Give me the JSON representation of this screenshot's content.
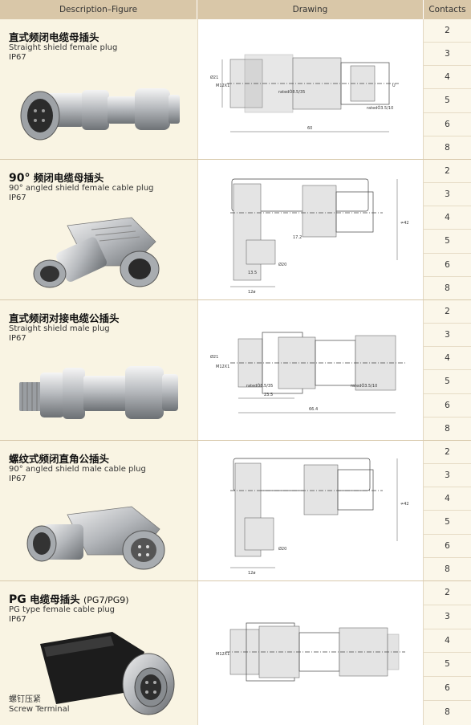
{
  "header": {
    "col1": "Description–Figure",
    "col2": "Drawing",
    "col3": "Contacts"
  },
  "contacts": [
    "2",
    "3",
    "4",
    "5",
    "6",
    "8"
  ],
  "rows": [
    {
      "cn": "直式频闭电缆母插头",
      "en": "Straight shield female plug",
      "ip": "IP67",
      "dims": [
        "M12X1",
        "Ø21",
        "Ù",
        "60",
        "Ù",
        "ratedÒ8.5/35",
        "ratedÒ3.5/10"
      ]
    },
    {
      "cn": "频闭电缆母插头",
      "lead": "90°",
      "en": "90°   angled shield female cable plug",
      "ip": "IP67",
      "dims": [
        "≄42",
        "17.2",
        "13.5",
        "Ø20",
        "12ø"
      ]
    },
    {
      "cn": "直式频闭对接电缆公插头",
      "en": "Straight shield male plug",
      "ip": "IP67",
      "dims": [
        "M12X1",
        "Ø21",
        "66.4",
        "23.5",
        "ratedÒ8.5/35",
        "ratedÒ3.5/10"
      ]
    },
    {
      "cn": "螺纹式频闭直角公插头",
      "en": "90°   angled shield male cable plug",
      "ip": "IP67",
      "dims": [
        "≄42",
        "Ø20",
        "12ø"
      ]
    },
    {
      "cn": "电缆母插头",
      "lead": "PG",
      "paren": "(PG7/PG9)",
      "en": "PG type female cable plug",
      "ip": "IP67",
      "screw_cn": "螺钉压紧",
      "screw_en": "Screw Terminal",
      "dims": [
        "M12X1"
      ]
    }
  ],
  "colors": {
    "header_bg": "#d9c7a8",
    "desc_bg": "#f9f4e3",
    "contacts_bg": "#fbf7ea",
    "metal": "#bfc3c7",
    "rubber": "#222222"
  }
}
